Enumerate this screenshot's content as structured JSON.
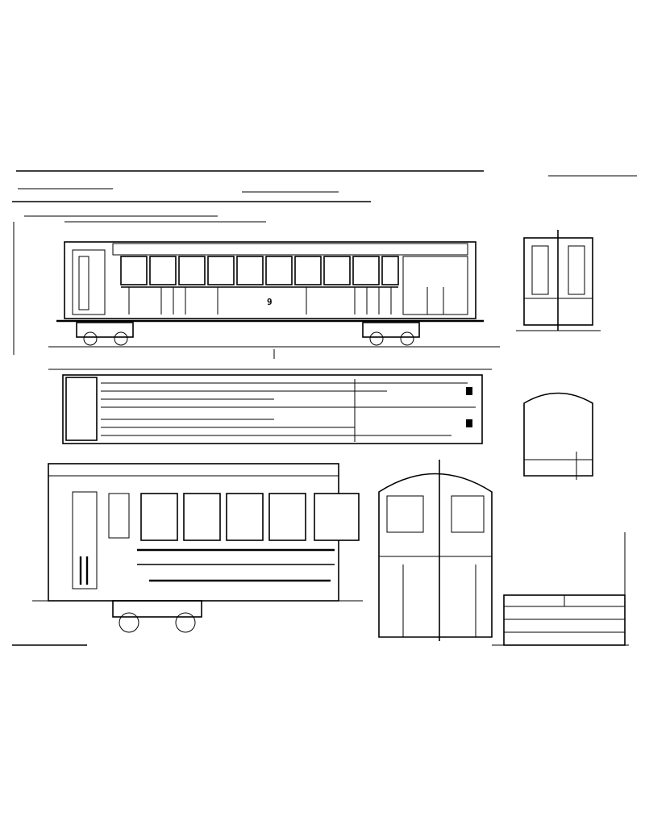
{
  "sheet": {
    "sheet_number": "",
    "car_number": "9"
  },
  "views": {
    "side_elevation": {
      "window_bays": 10
    },
    "plan_view": {
      "underframe_members": 7
    },
    "cross_section": {},
    "lower_side_elevation": {
      "window_bays": 6
    },
    "end_elevation": {},
    "small_end_detail": {}
  },
  "title_block": {}
}
